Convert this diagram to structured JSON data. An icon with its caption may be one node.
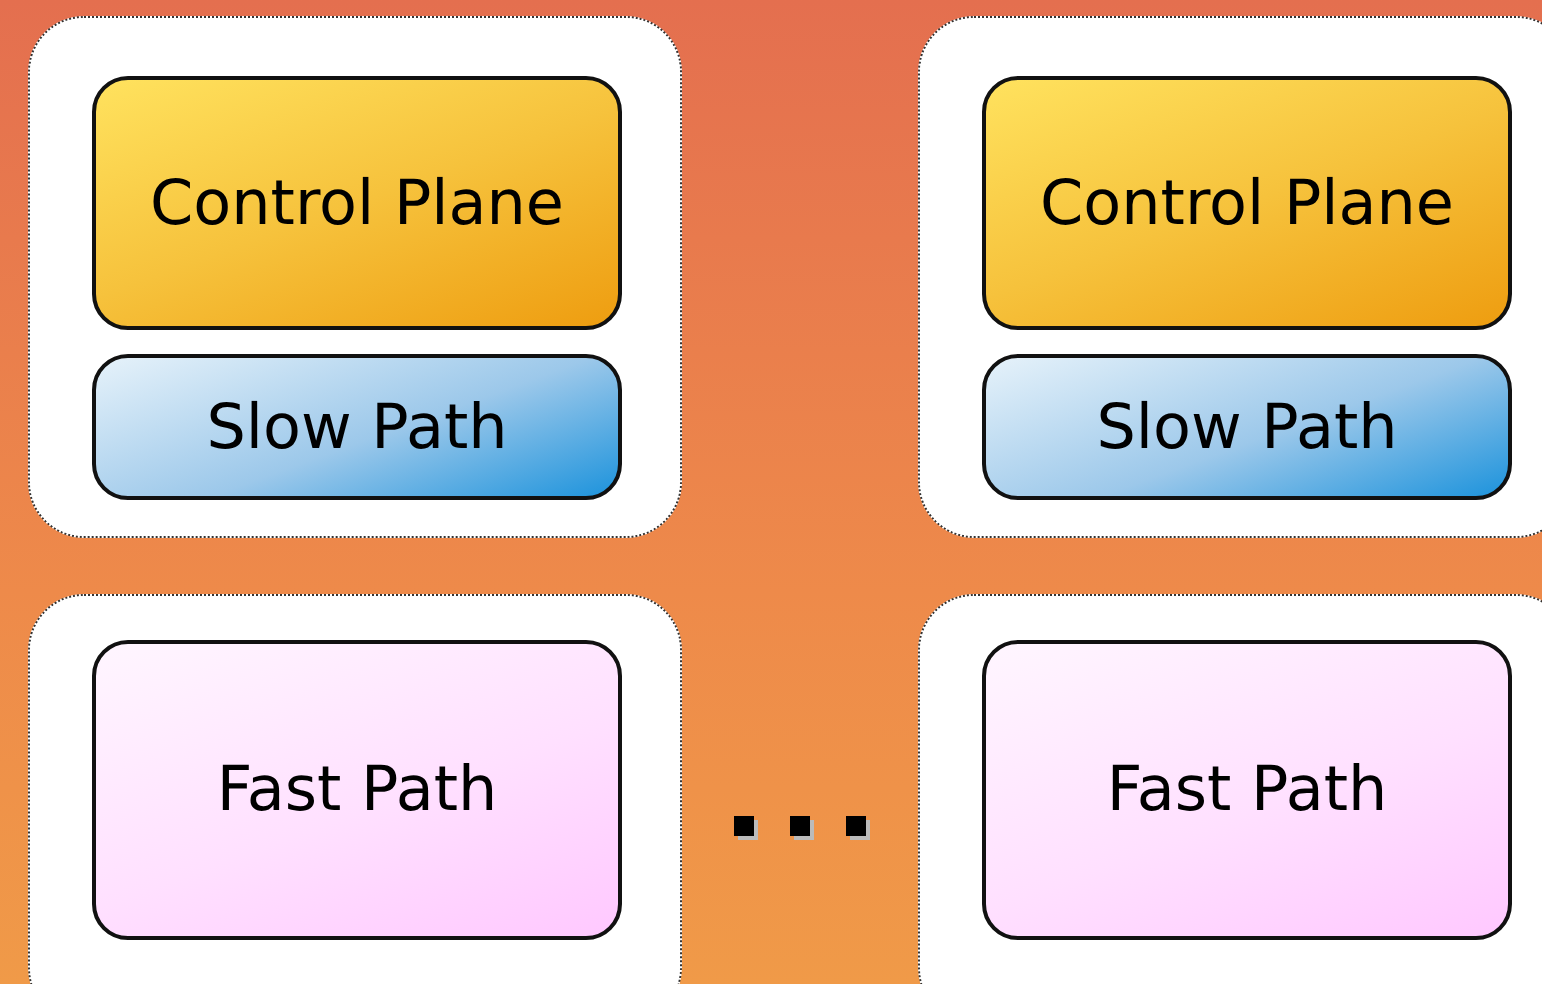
{
  "diagram": {
    "nodes": [
      {
        "text": [],
        "shape": "box"
      },
      {
        "text": [
          "Control Plane"
        ],
        "in": 0
      },
      {
        "text": [
          "Slow Path"
        ],
        "in": 0
      },
      {
        "text": [],
        "shape": "box"
      },
      {
        "text": [
          "Control Plane"
        ],
        "in": 3
      },
      {
        "text": [
          "Slow Path"
        ],
        "in": 3
      },
      {
        "text": [],
        "shape": "box"
      },
      {
        "text": [
          "Fast Path"
        ],
        "in": 6
      },
      {
        "text": [],
        "shape": "box"
      },
      {
        "text": [
          "Fast Path"
        ],
        "in": 8
      }
    ]
  }
}
